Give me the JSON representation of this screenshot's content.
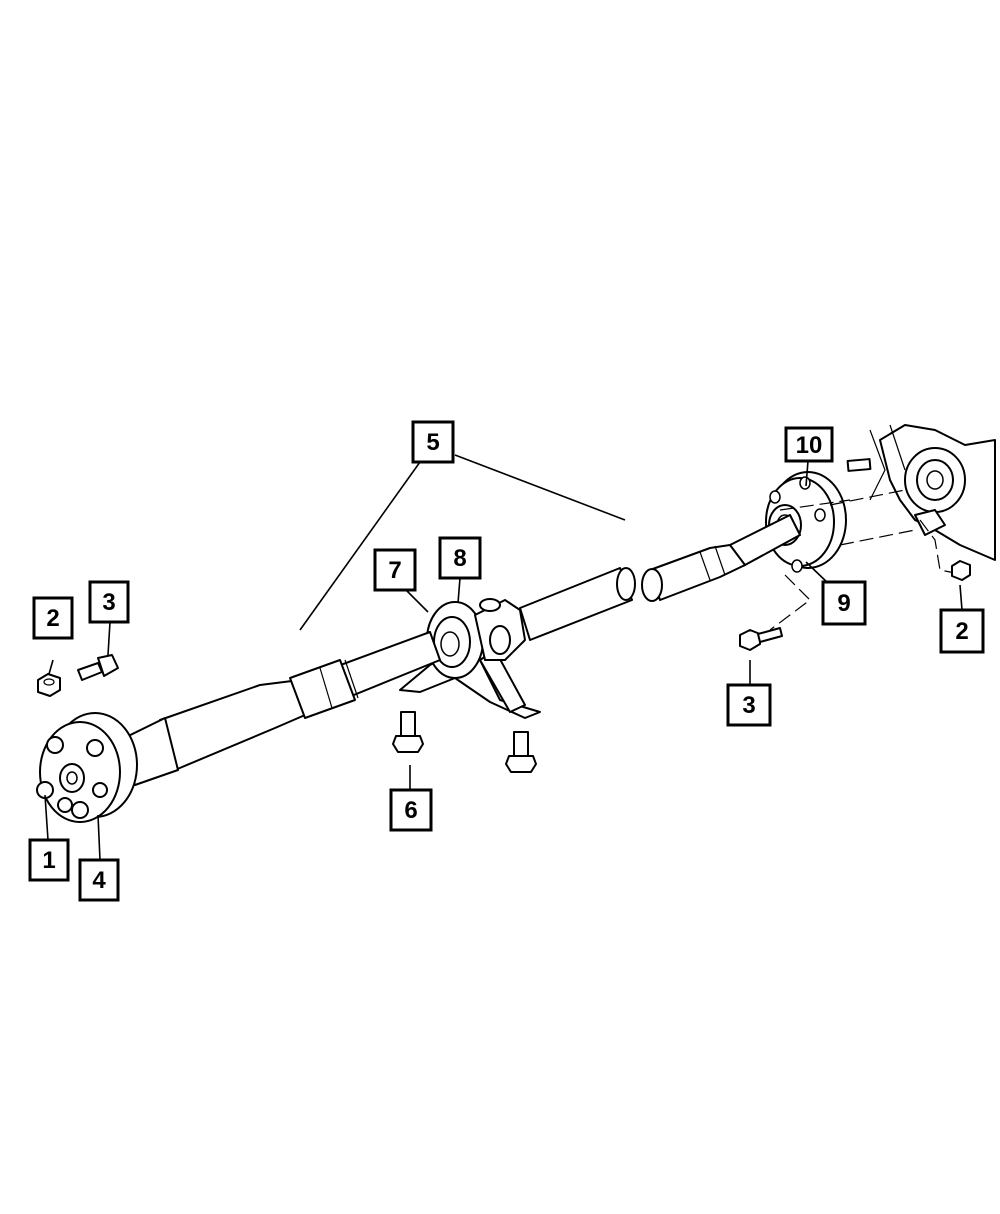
{
  "callouts": {
    "c1": "1",
    "c2_left": "2",
    "c2_right": "2",
    "c3_left": "3",
    "c3_right": "3",
    "c4": "4",
    "c5": "5",
    "c6": "6",
    "c7": "7",
    "c8": "8",
    "c9": "9",
    "c10": "10"
  },
  "colors": {
    "line": "#000000",
    "background": "#ffffff"
  }
}
